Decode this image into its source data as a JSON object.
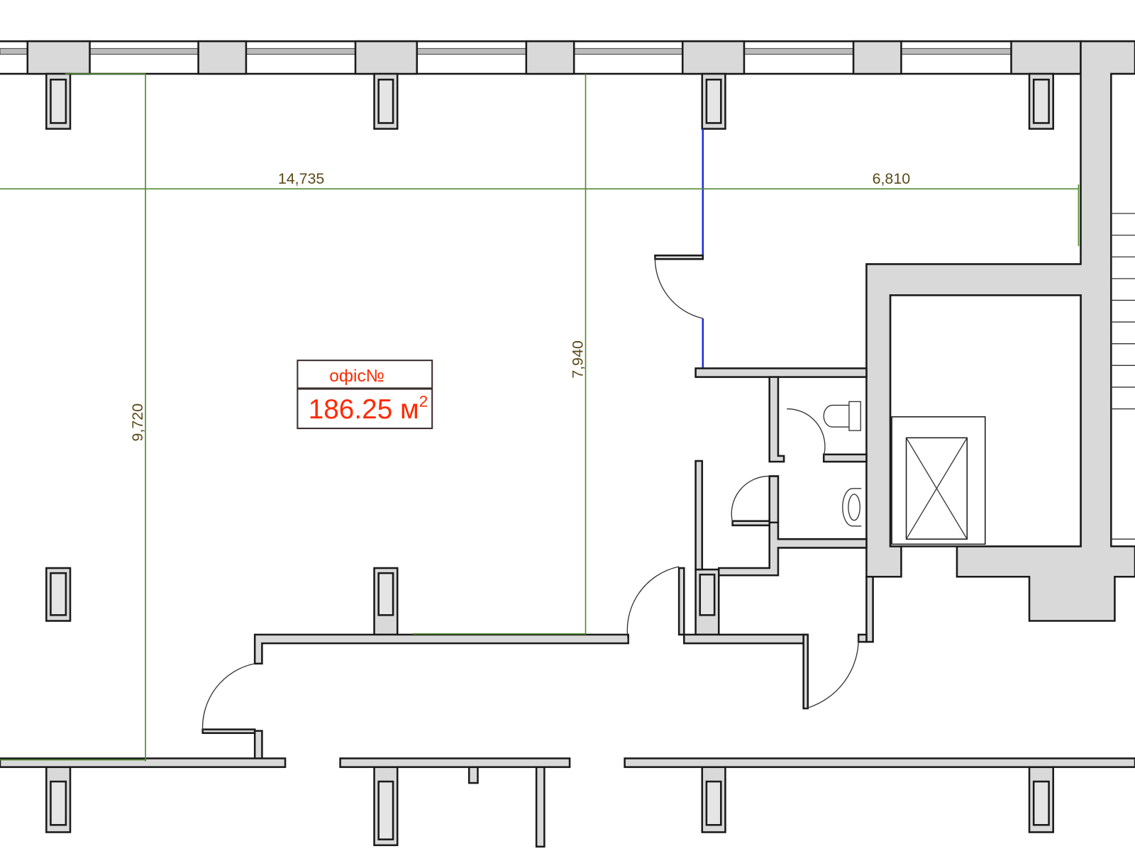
{
  "plan": {
    "room_label": "офіс№",
    "room_area": "186.25 м",
    "area_superscript": "2",
    "dimensions": {
      "width_left": "14,735",
      "width_right": "6,810",
      "depth_left": "9,720",
      "depth_right": "7,940"
    }
  },
  "colors": {
    "wall_fill": "#d9d9d9",
    "dimension": "#4f8a2f",
    "label": "#ff2a00",
    "glass_partition": "#1a2ee0"
  }
}
